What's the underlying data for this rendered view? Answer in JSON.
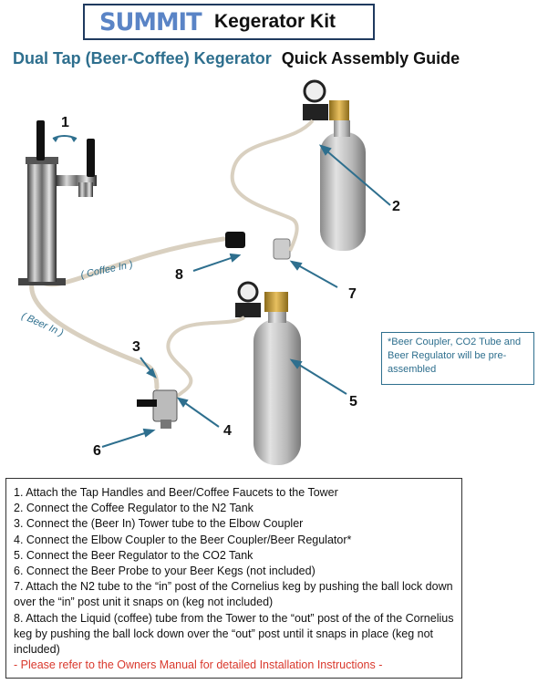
{
  "header": {
    "brand": "SUMMIT",
    "title": "Kegerator Kit"
  },
  "subtitle": {
    "product": "Dual Tap (Beer-Coffee) Kegerator",
    "guide": "Quick Assembly Guide"
  },
  "callouts": [
    "1",
    "2",
    "3",
    "4",
    "5",
    "6",
    "7",
    "8"
  ],
  "tube_labels": {
    "coffee": "( Coffee In )",
    "beer": "( Beer In )"
  },
  "note": "*Beer Coupler, CO2 Tube and Beer Regulator will be pre-assembled",
  "steps": [
    "1. Attach the Tap Handles and Beer/Coffee Faucets to the Tower",
    "2. Connect the Coffee Regulator to the N2 Tank",
    "3.  Connect the (Beer In) Tower tube to the Elbow Coupler",
    "4. Connect the Elbow Coupler to the Beer Coupler/Beer Regulator*",
    "5. Connect the Beer Regulator to the CO2 Tank",
    "6. Connect the Beer Probe to your Beer Kegs (not included)",
    "7. Attach the N2 tube to the “in” post of the Cornelius keg by pushing the ball lock down over the “in” post unit it snaps on (keg not included)",
    "8. Attach the Liquid (coffee) tube from the Tower to the “out” post of the of the Cornelius keg by pushing the ball lock down over the “out” post until it snaps in place (keg not included)"
  ],
  "warning": "- Please refer to the Owners Manual for detailed Installation Instructions -",
  "colors": {
    "brand_blue": "#5a84c6",
    "subtitle_teal": "#2e6f8e",
    "warning_red": "#d9382c"
  }
}
